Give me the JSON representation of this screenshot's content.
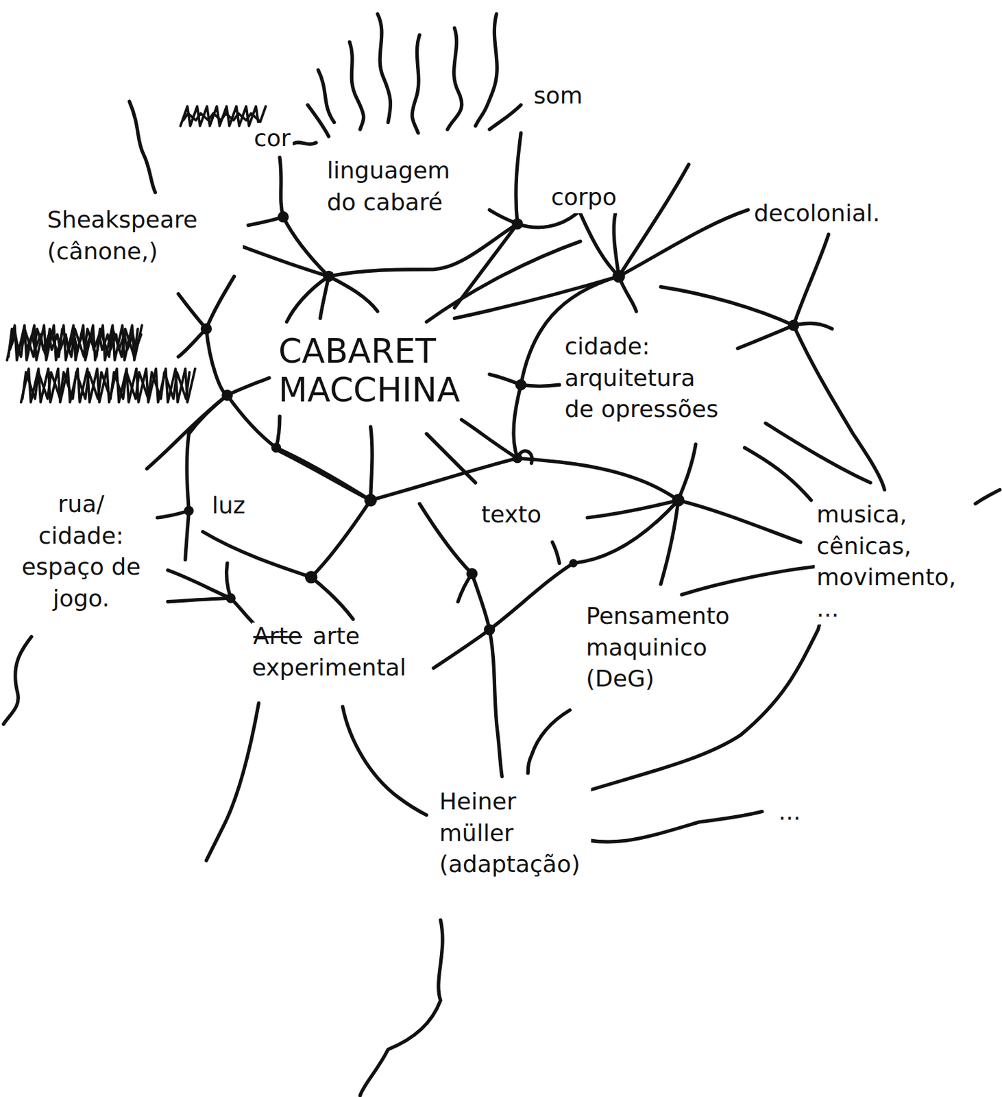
{
  "diagram": {
    "labels": [
      "som",
      "cor",
      "linguagem do cabaré",
      "corpo",
      "decolonial.",
      "Sheakspeare (cânone,)",
      "CABARET MACCHINA",
      "cidade: arquitetura de opressões",
      "rua/ cidade: espaço de jogo.",
      "luz",
      "texto",
      "musica, cênicas, movimento, ...",
      "Arte",
      "arte experimental",
      "Pensamento maquinico (DeG)",
      "Heiner müller (adaptação)",
      "..."
    ]
  }
}
